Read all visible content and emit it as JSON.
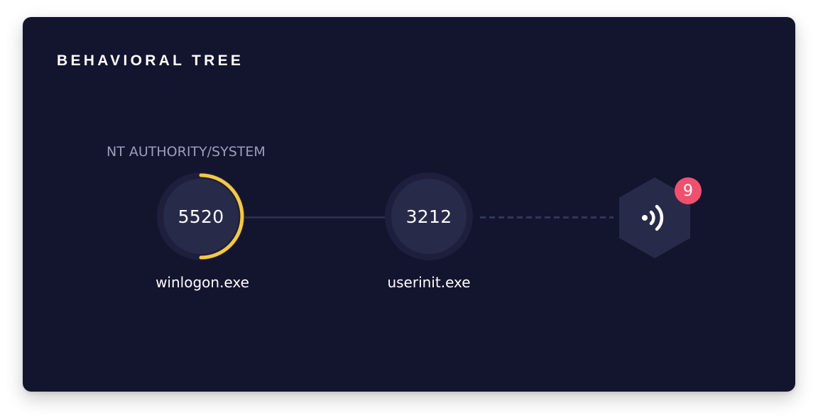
{
  "panel": {
    "title": "BEHAVIORAL TREE"
  },
  "tree": {
    "user": "NT AUTHORITY/SYSTEM",
    "processes": [
      {
        "pid": "5520",
        "name": "winlogon.exe",
        "progress": 0.5,
        "ring_color": "#f7c844"
      },
      {
        "pid": "3212",
        "name": "userinit.exe"
      }
    ],
    "activity_node": {
      "icon": "signal-waves-icon",
      "count": "9",
      "badge_color": "#f0506e"
    }
  },
  "colors": {
    "panel_background": "#13142e",
    "node_background": "#282a49",
    "edge": "#2b2d4b",
    "ring_accent": "#f7c844"
  }
}
